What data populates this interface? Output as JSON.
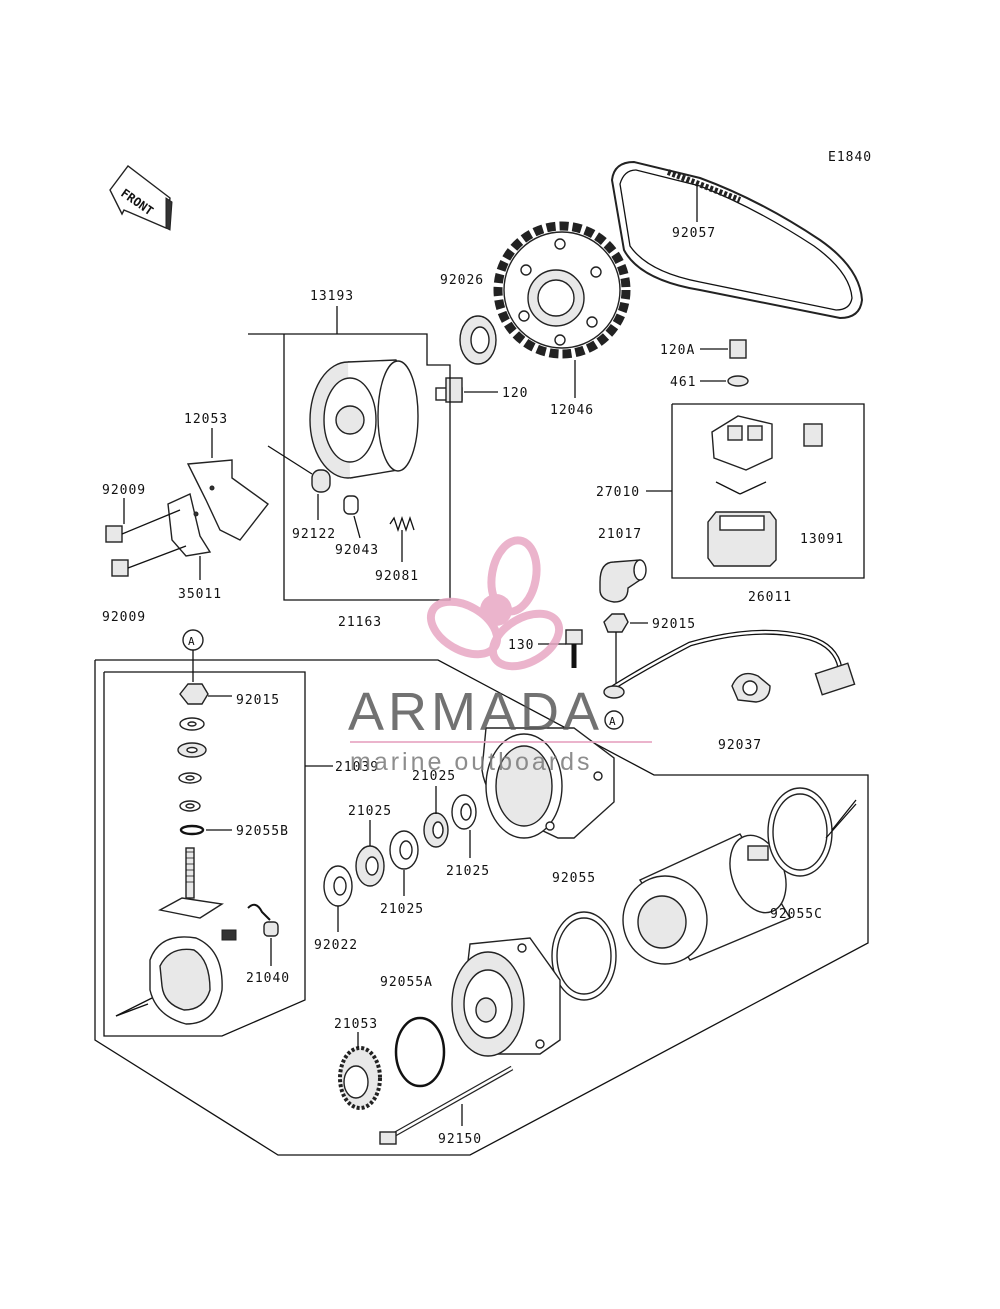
{
  "diagram_code": "E1840",
  "front_indicator": "FRONT",
  "circle_marker": "A",
  "watermark": {
    "brand": "ARMADA",
    "tagline": "marine outboards",
    "logo_icon": "propeller-icon",
    "accent_color": "#e8a7c4"
  },
  "labels": {
    "p92057": "92057",
    "p92026": "92026",
    "p13193": "13193",
    "p120": "120",
    "p12046": "12046",
    "p120A": "120A",
    "p461": "461",
    "p12053": "12053",
    "p92009a": "92009",
    "p92122": "92122",
    "p92043": "92043",
    "p92081": "92081",
    "p35011": "35011",
    "p92009b": "92009",
    "p27010": "27010",
    "p21017": "21017",
    "p13091": "13091",
    "p26011": "26011",
    "p21163": "21163",
    "p130": "130",
    "p92015a": "92015",
    "p92015b": "92015",
    "p92037": "92037",
    "p21039": "21039",
    "p92055B": "92055B",
    "p21025a": "21025",
    "p21025b": "21025",
    "p21025c": "21025",
    "p21025d": "21025",
    "p92055": "92055",
    "p92022": "92022",
    "p92055C": "92055C",
    "p21040": "21040",
    "p92055A": "92055A",
    "p21053": "21053",
    "p92150": "92150"
  }
}
